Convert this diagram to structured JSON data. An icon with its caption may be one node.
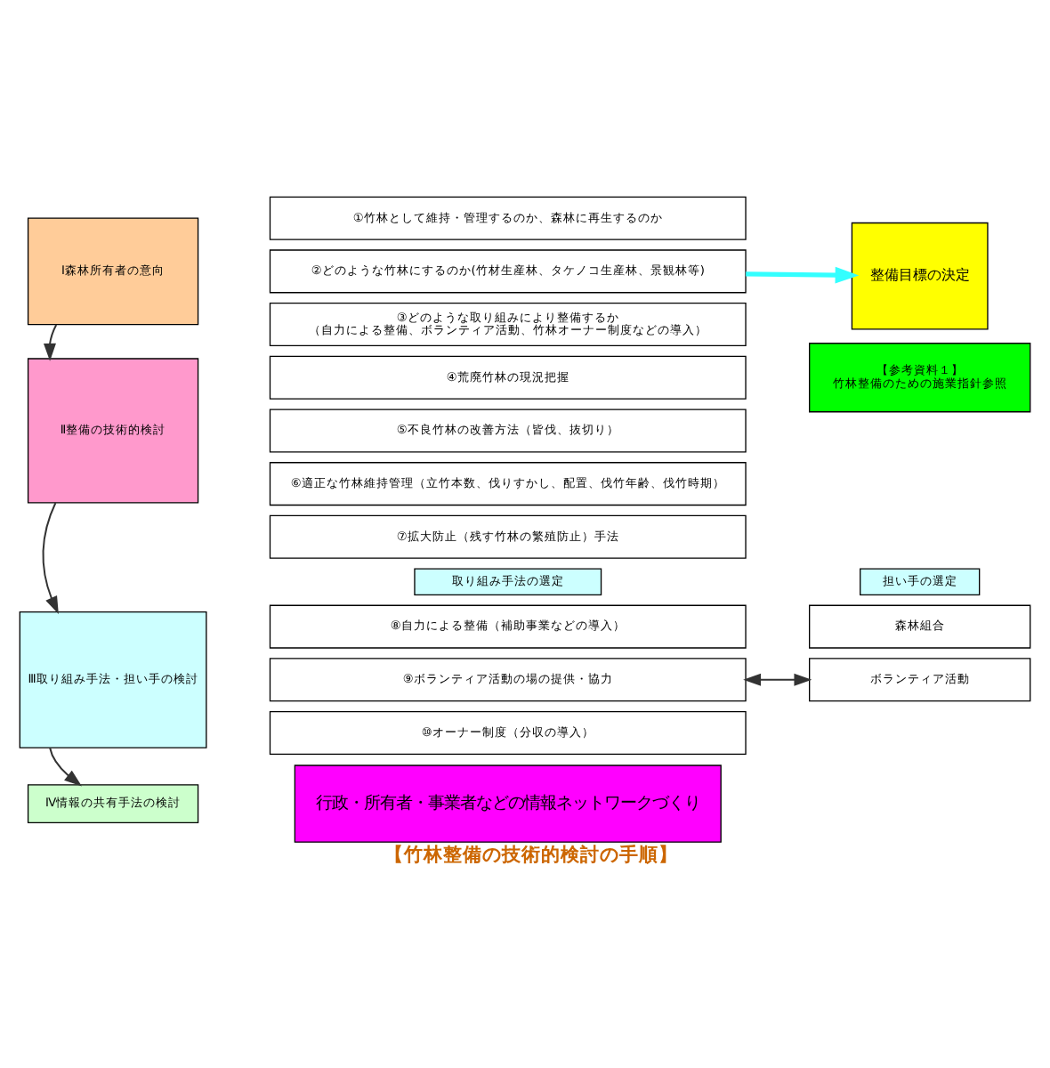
{
  "diagram": {
    "caption": "【竹林整備の技術的検討の手順】",
    "nodes": [
      {
        "text": [
          "Ⅰ森林所有者の意向"
        ]
      },
      {
        "text": [
          "①竹林として維持・管理するのか、森林に再生するのか"
        ]
      },
      {
        "text": [
          "②どのような竹林にするのか(竹材生産林、タケノコ生産林、景観林等)"
        ]
      },
      {
        "text": [
          "③どのような取り組みにより整備するか",
          "（自力による整備、ボランティア活動、竹林オーナー制度などの導入）"
        ]
      },
      {
        "text": [
          "整備目標の決定"
        ]
      },
      {
        "text": [
          "Ⅱ整備の技術的検討"
        ]
      },
      {
        "text": [
          "④荒廃竹林の現況把握"
        ]
      },
      {
        "text": [
          "⑤不良竹林の改善方法（皆伐、抜切り）"
        ]
      },
      {
        "text": [
          "【参考資料１】",
          "竹林整備のための施業指針参照"
        ]
      },
      {
        "text": [
          "⑥適正な竹林維持管理（立竹本数、伐りすかし、配置、伐竹年齢、伐竹時期）"
        ]
      },
      {
        "text": [
          "⑦拡大防止（残す竹林の繁殖防止）手法"
        ]
      },
      {
        "text": [
          "Ⅲ取り組み手法・担い手の検討"
        ]
      },
      {
        "text": [
          "取り組み手法の選定"
        ]
      },
      {
        "text": [
          "⑧自力による整備（補助事業などの導入）"
        ]
      },
      {
        "text": [
          "⑨ボランティア活動の場の提供・協力"
        ]
      },
      {
        "text": [
          "⑩オーナー制度（分収の導入）"
        ]
      },
      {
        "text": [
          "担い手の選定"
        ]
      },
      {
        "text": [
          "森林組合"
        ]
      },
      {
        "text": [
          "ボランティア活動"
        ]
      },
      {
        "text": [
          "Ⅳ情報の共有手法の検討"
        ]
      },
      {
        "text": [
          "行政・所有者・事業者などの情報ネットワークづくり"
        ]
      }
    ],
    "edges": [
      {
        "from": 2,
        "to": 4,
        "arrow": "to",
        "style": "thick",
        "color": "#33ffff"
      },
      {
        "from": 0,
        "to": 5,
        "arrow": "to"
      },
      {
        "from": 5,
        "to": 11,
        "arrow": "to"
      },
      {
        "from": 11,
        "to": 19,
        "arrow": "to"
      },
      {
        "from": 14,
        "to": 18,
        "arrow": "both"
      }
    ]
  }
}
